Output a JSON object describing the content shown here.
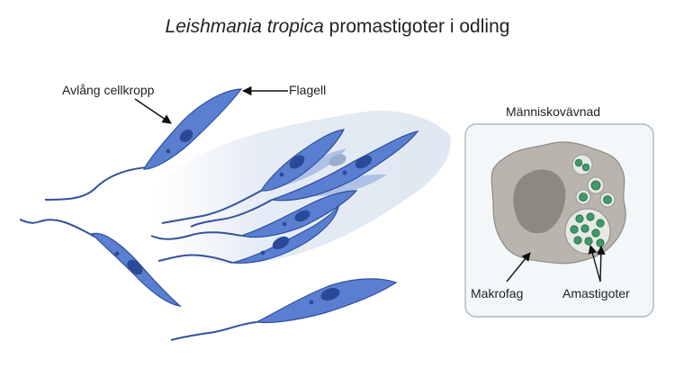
{
  "title": {
    "species": "Leishmania tropica",
    "rest": "promastigoter i odling"
  },
  "labels": {
    "cell_body": "Avlång cellkropp",
    "flagellum": "Flagell",
    "tissue_panel": "Människovävnad",
    "macrophage": "Makrofag",
    "amastigotes": "Amastigoter"
  },
  "colors": {
    "cell_fill": "#5b7fd0",
    "cell_stroke": "#2f4f9e",
    "nucleus": "#2a4a98",
    "flagellum": "#35519a",
    "macrophage_fill": "#b9b4ae",
    "macrophage_nucleus": "#8e8882",
    "amastigote": "#3f9a6a",
    "vacuole": "#e6e8e4",
    "panel_border": "#a9b9c9"
  }
}
